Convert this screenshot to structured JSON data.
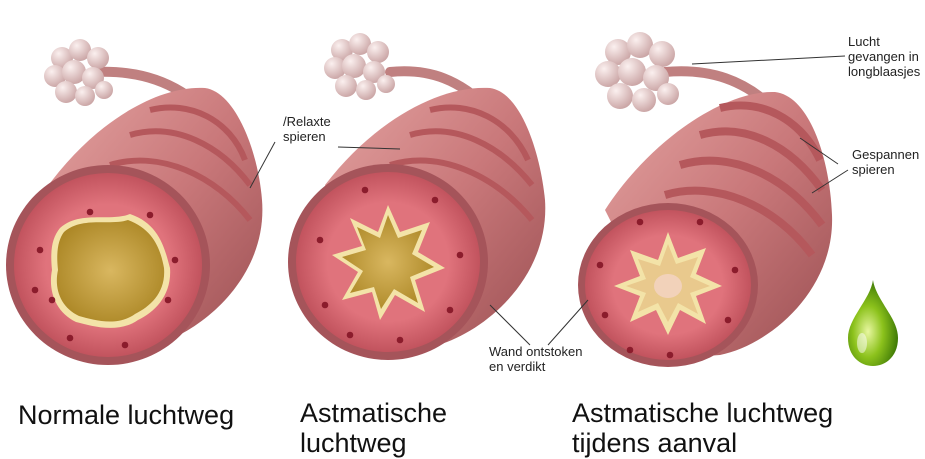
{
  "annotations": {
    "relaxed_muscles": [
      "/Relaxte",
      "spieren"
    ],
    "trapped_air": [
      "Lucht",
      "gevangen in",
      "longblaasjes"
    ],
    "tense_muscles": [
      "Gespannen",
      "spieren"
    ],
    "inflamed_wall": [
      "Wand ontstoken",
      "en verdikt"
    ]
  },
  "captions": {
    "normal": [
      "Normale luchtweg"
    ],
    "asthmatic": [
      "Astmatische",
      "luchtweg"
    ],
    "attack": [
      "Astmatische luchtweg",
      "tijdens aanval"
    ]
  },
  "colors": {
    "tube": "#c9787a",
    "tube_dark": "#8f3f43",
    "wall": "#d86570",
    "lumen": "#c8a44a",
    "lining": "#f3e3a8",
    "alveoli": "#e8cfcf",
    "drop": "#8cc21c"
  },
  "icons": [
    "alveoli-cluster-icon",
    "airway-tube-icon",
    "green-drop-icon"
  ]
}
